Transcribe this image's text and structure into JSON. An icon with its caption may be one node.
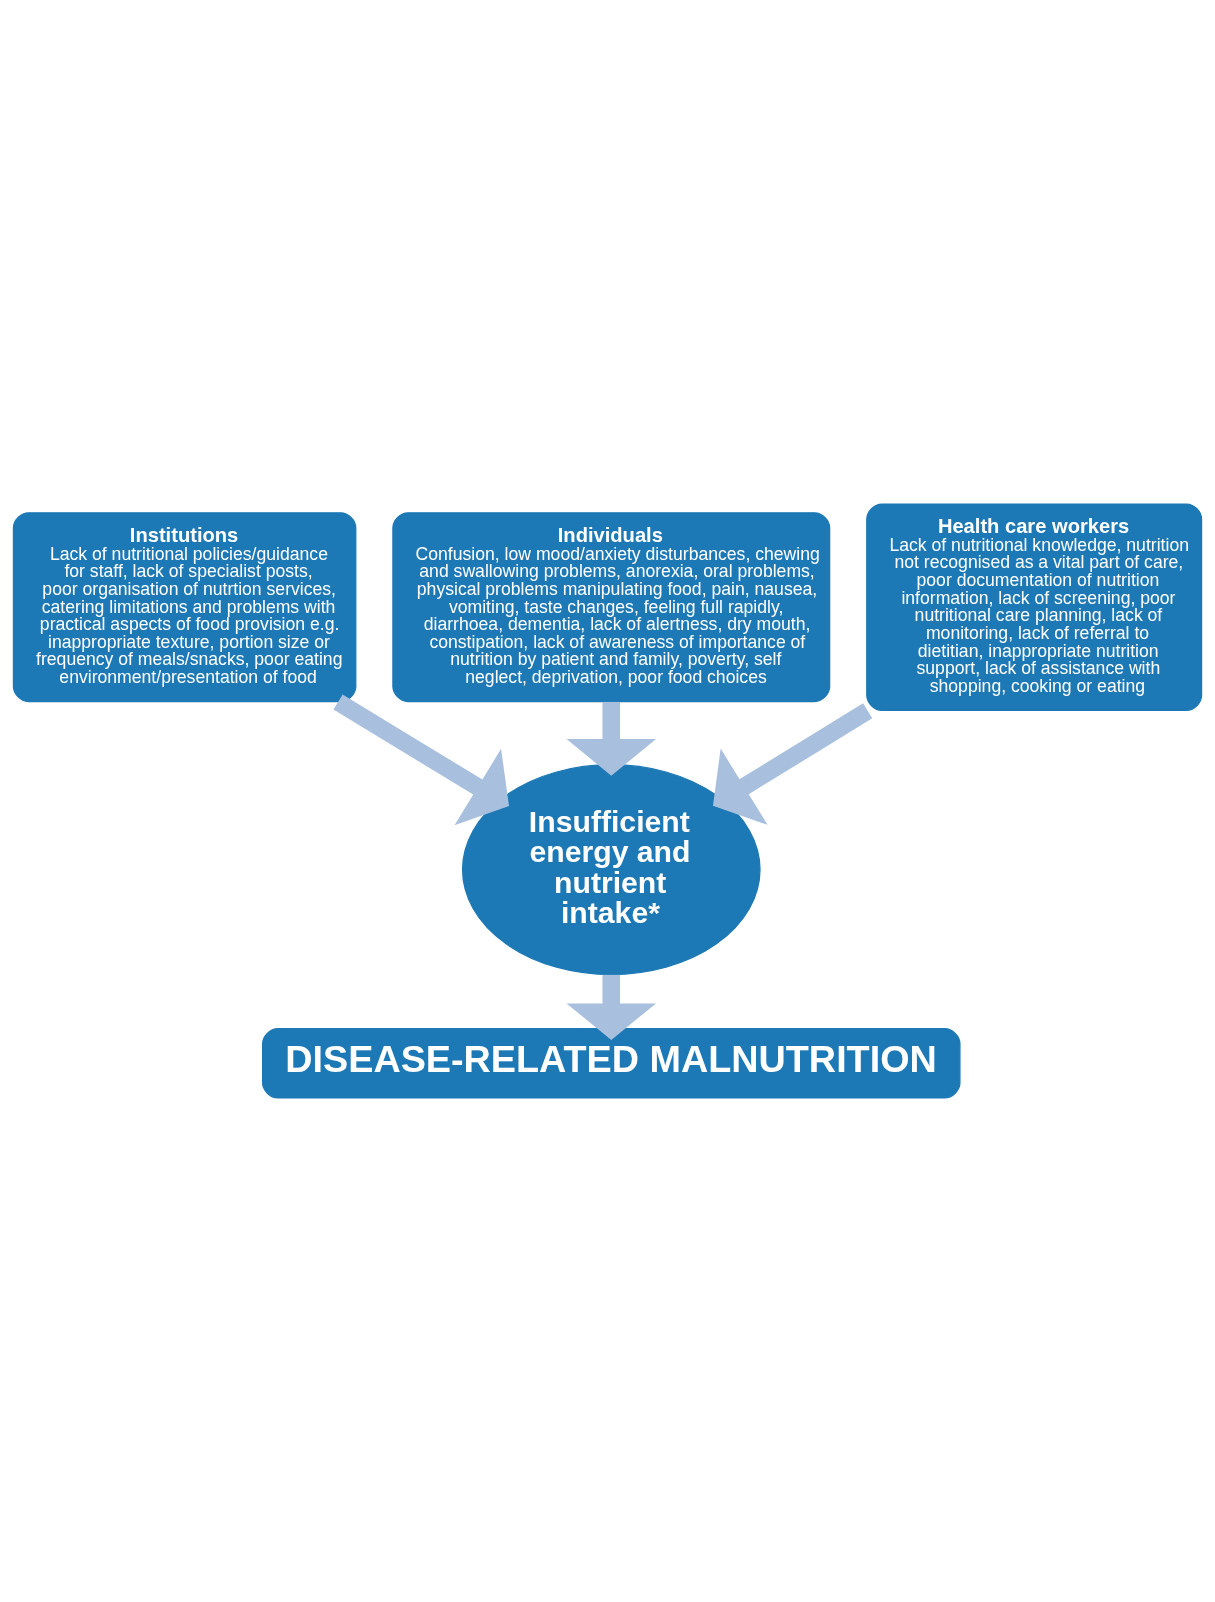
{
  "diagram": {
    "nodes": [
      {
        "text": [
          "Individuals",
          "Confusion, low mood/anxiety disturbances, chewing and swallowing problems, anorexia, oral problems, physical problems manipulating food, pain, nausea, vomiting, taste changes, feeling full rapidly, diarrhoea, dementia, lack of alertness, dry mouth, constipation, lack of awareness of importance of nutrition by patient and family, poverty, self neglect, deprivation, poor food choices"
        ]
      },
      {
        "text": [
          "Institutions",
          "Lack of nutritional policies/guidance for staff, lack of specialist posts, poor organisation of nutrtion services, catering limitations and problems with practical aspects of food provision e.g. inappropriate texture, portion size or frequency of meals/snacks, poor eating environment/presentation of food"
        ]
      },
      {
        "text": [
          "Health care workers",
          "Lack of nutritional knowledge, nutrition not recognised as a vital part of care, poor documentation of nutrition information, lack of screening, poor nutritional care planning, lack of monitoring, lack of referral to dietitian, inappropriate nutrition support, lack of assistance with shopping, cooking or eating"
        ]
      },
      {
        "text": [
          "Insufficient energy and nutrient intake*"
        ]
      },
      {
        "text": [
          "DISEASE-RELATED MALNUTRITION"
        ]
      }
    ],
    "edges": [
      {
        "from": 1,
        "to": 3,
        "arrow": "to"
      },
      {
        "from": 0,
        "to": 3,
        "arrow": "to"
      },
      {
        "from": 2,
        "to": 3,
        "arrow": "to"
      },
      {
        "from": 3,
        "to": 4,
        "arrow": "to"
      }
    ]
  }
}
